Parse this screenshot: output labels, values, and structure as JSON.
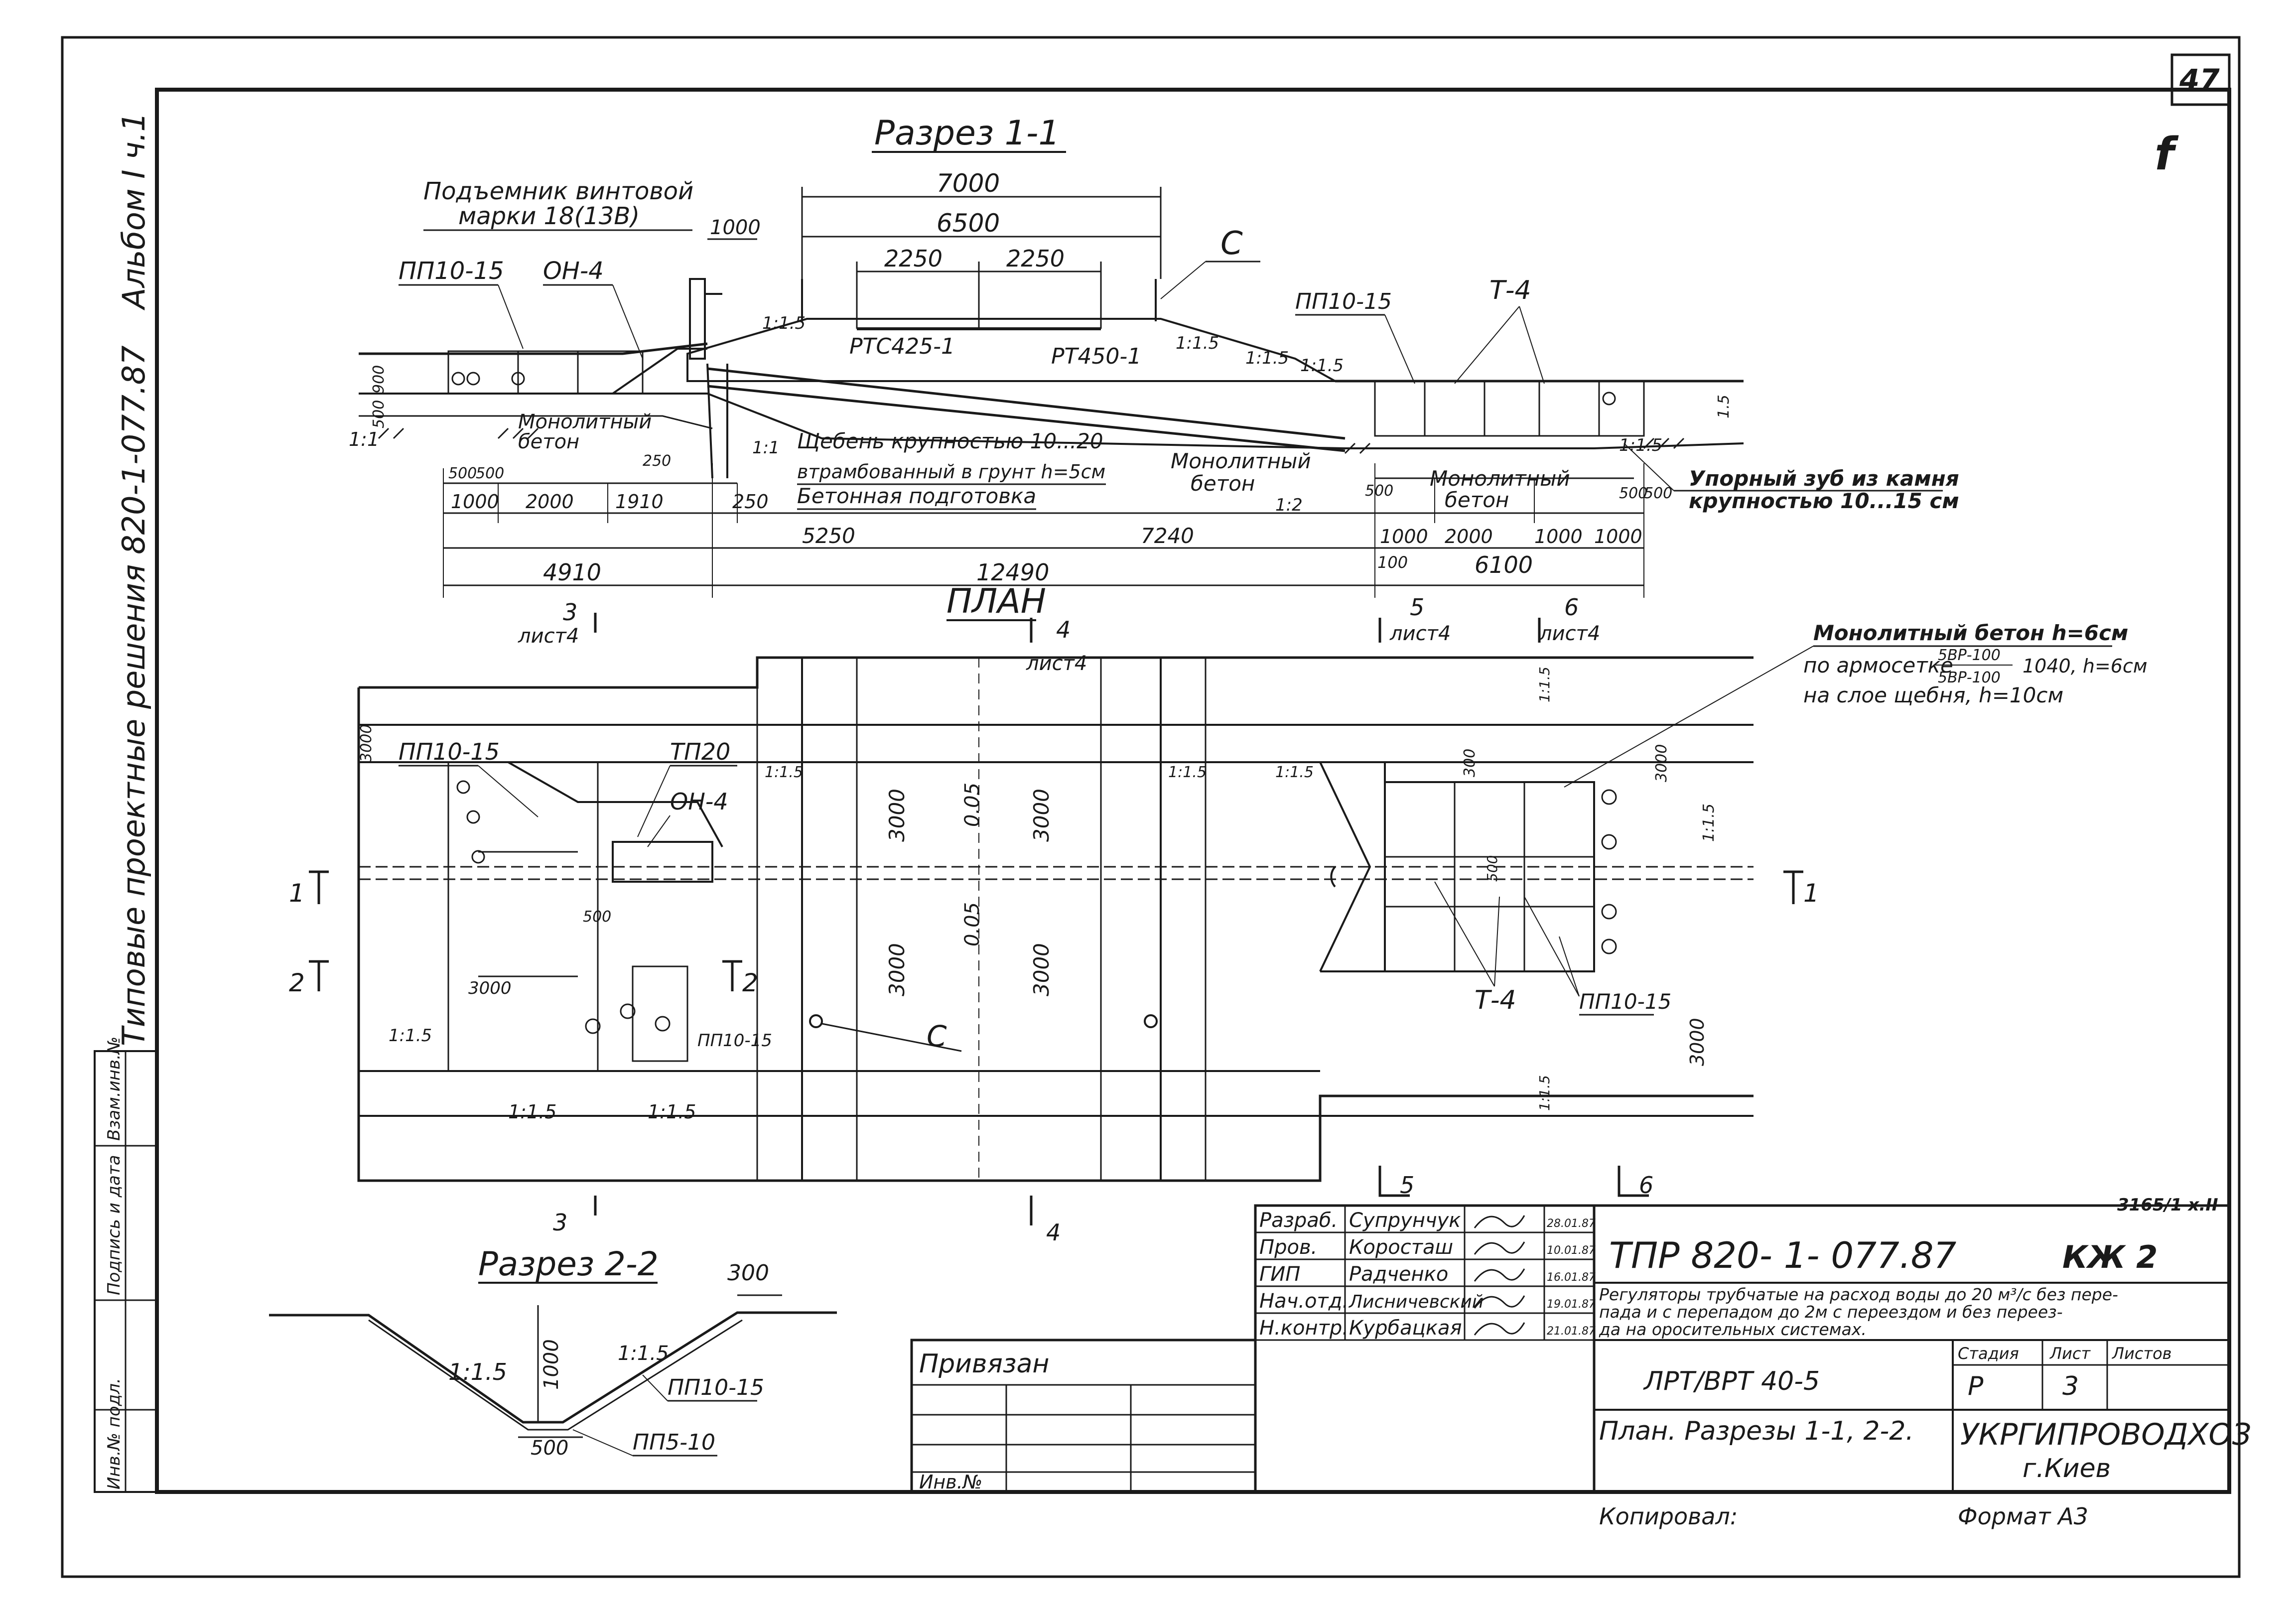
{
  "sheet_number": "47",
  "sheet_mark": "f",
  "side": {
    "album": "Альбом I ч.1",
    "series": "Типовые проектные решения 820-1-077.87",
    "left_cells": [
      "Инв.№ подл.",
      "Подпись и дата",
      "Взам.инв.№"
    ]
  },
  "section11": {
    "title": "Разрез 1-1",
    "lift_label_1": "Подъемник винтовой",
    "lift_label_2": "марки 18(13В)",
    "labels": {
      "pp1": "ПП10-15",
      "on4": "ОН-4",
      "c": "С",
      "pp2": "ПП10-15",
      "t4": "Т-4",
      "rtc": "РТС425-1",
      "rt": "РТ450-1",
      "mono1": "Монолитный",
      "mono1b": "бетон",
      "mono2": "Монолитный",
      "mono2b": "бетон",
      "mono3": "Монолитный",
      "mono3b": "бетон",
      "gravel1": "Щебень крупностью 10...20",
      "gravel2": "втрамбованный в грунт h=5см",
      "gravel3": "Бетонная подготовка",
      "tooth1": "Упорный зуб из камня",
      "tooth2": "крупностью 10...15 см"
    },
    "slopes": [
      "1:1.5",
      "1:1.5",
      "1:1.5",
      "1:1.5",
      "1:1",
      "1:1",
      "1:2",
      "1:1.5"
    ],
    "dims_top": {
      "d7000": "7000",
      "d6500": "6500",
      "d2250a": "2250",
      "d2250b": "2250",
      "d1000": "1000"
    },
    "dims_left": {
      "h900": "900",
      "h500": "500"
    },
    "dims_right": {
      "h15": "1.5"
    },
    "dims_bottom": {
      "a500": "500",
      "b500": "500",
      "c250": "250",
      "d500": "500",
      "e500": "500",
      "f500": "500",
      "r1000": "1000",
      "r2000": "2000",
      "r1910": "1910",
      "r250": "250",
      "r5250": "5250",
      "r7240": "7240",
      "r1000b": "1000",
      "r2000b": "2000",
      "r1000c": "1000",
      "r1000d": "1000",
      "t4910": "4910",
      "t12490": "12490",
      "t100": "100",
      "t6100": "6100"
    }
  },
  "plan": {
    "title": "ПЛАН",
    "cuts": {
      "c3": "3",
      "c3s": "лист4",
      "c4": "4",
      "c4s": "лист4",
      "c5": "5",
      "c5s": "лист4",
      "c6": "6",
      "c6s": "лист4",
      "c1l": "1",
      "c1r": "1",
      "c2l": "2",
      "c2r": "2",
      "b3": "3",
      "b4": "4",
      "b5": "5",
      "b6": "6"
    },
    "labels": {
      "pp1": "ПП10-15",
      "tp20": "ТП20",
      "on4": "ОН-4",
      "pp2": "ПП10-15",
      "c": "С",
      "t4": "Т-4",
      "pp3": "ПП10-15"
    },
    "mono_note_1": "Монолитный бетон h=6см",
    "mono_note_2a": "по армосетке",
    "mono_note_frac_top": "5ВР-100",
    "mono_note_frac_bottom": "5ВР-100",
    "mono_note_2b": "1040, h=6см",
    "mono_note_3": "на слое щебня, h=10см",
    "dims": {
      "v3000a": "3000",
      "v3000b": "3000",
      "v3000c": "3000",
      "v3000d": "3000",
      "v3000e": "3000",
      "v3000f": "3000",
      "v3000g": "3000",
      "s005a": "0.05",
      "s005b": "0.05",
      "h3000": "3000",
      "h500": "500",
      "h300": "300",
      "h500b": "500",
      "h3000r": "3000"
    },
    "slopes": [
      "1:1.5",
      "1:1.5",
      "1:1.5",
      "1:1.5",
      "1:1.5",
      "1:1.5",
      "1:1.5",
      "1:1.5",
      "1:1.5"
    ]
  },
  "section22": {
    "title": "Разрез 2-2",
    "d300": "300",
    "d1000": "1000",
    "d500": "500",
    "s1": "1:1.5",
    "s2": "1:1.5",
    "pp1": "ПП10-15",
    "pp2": "ПП5-10"
  },
  "stamp_ref": "3165/1 х.II",
  "titleblock": {
    "binding": "Привязан",
    "inv": "Инв.№",
    "roles": [
      {
        "role": "Разраб.",
        "name": "Супрунчук",
        "date": "28.01.87"
      },
      {
        "role": "Пров.",
        "name": "Коросташ",
        "date": "10.01.87"
      },
      {
        "role": "ГИП",
        "name": "Радченко",
        "date": "16.01.87"
      },
      {
        "role": "Нач.отд.",
        "name": "Лисничевский",
        "date": "19.01.87"
      },
      {
        "role": "Н.контр.",
        "name": "Курбацкая",
        "date": "21.01.87"
      }
    ],
    "code": "ТПР 820- 1- 077.87",
    "mark": "КЖ 2",
    "desc1": "Регуляторы трубчатые на расход воды до 20 м³/с без пере-",
    "desc2": "пада и с перепадом до 2м с переездом и без переез-",
    "desc3": "да на оросительных системах.",
    "object": "ЛРТ/ВРТ 40-5",
    "stage_h": "Стадия",
    "sheet_h": "Лист",
    "sheets_h": "Листов",
    "stage": "Р",
    "sheet": "3",
    "subject": "План. Разрезы 1-1, 2-2.",
    "org": "УКРГИПРОВОДХОЗ",
    "city": "г.Киев",
    "copied": "Копировал:",
    "format": "Формат А3"
  }
}
